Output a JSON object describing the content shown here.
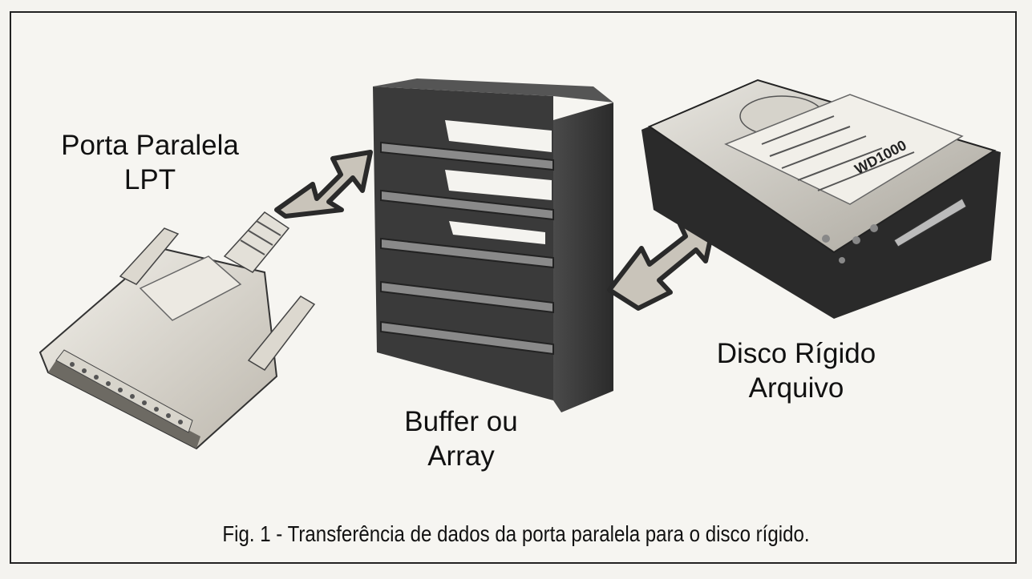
{
  "figure": {
    "labels": {
      "parallel_port_line1": "Porta Paralela",
      "parallel_port_line2": "LPT",
      "buffer_line1": "Buffer ou",
      "buffer_line2": "Array",
      "disk_line1": "Disco Rígido",
      "disk_line2": "Arquivo"
    },
    "disk_sticker_text": "WD1000",
    "caption": "Fig. 1 - Transferência de dados da porta paralela para o disco rígido."
  },
  "colors": {
    "background": "#f6f5f1",
    "ink": "#111111",
    "shelf": "#3a3a3a",
    "arrow_fill": "#c9c4ba",
    "arrow_edge": "#2a2a2a"
  }
}
